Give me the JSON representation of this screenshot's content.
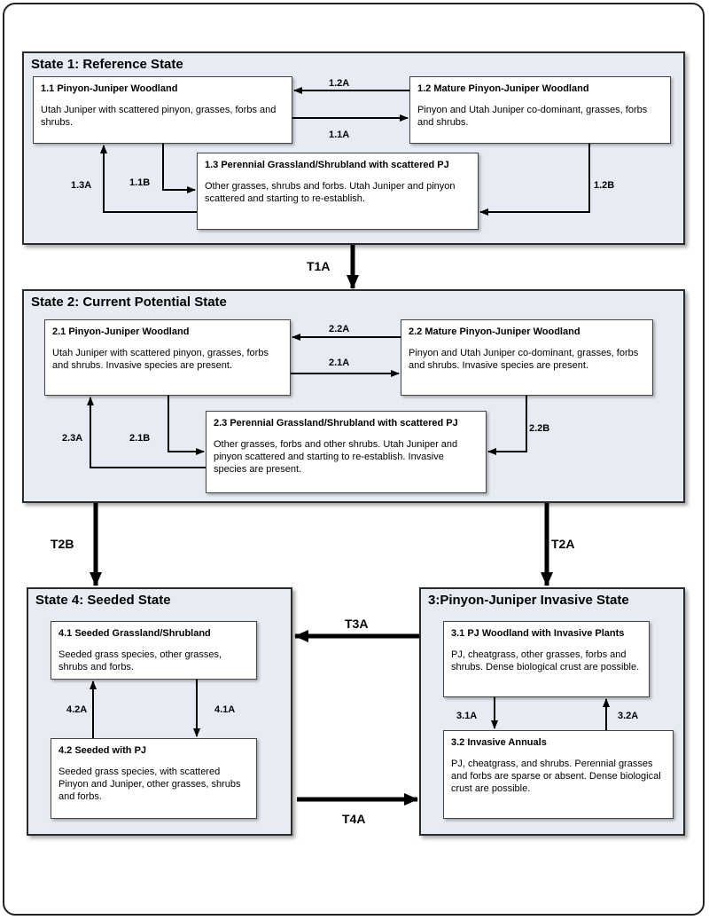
{
  "states": {
    "s1": {
      "title": "State 1: Reference State",
      "p11": {
        "title": "1.1 Pinyon-Juniper Woodland",
        "desc": "Utah Juniper with scattered pinyon, grasses, forbs and shrubs."
      },
      "p12": {
        "title": "1.2 Mature Pinyon-Juniper Woodland",
        "desc": "Pinyon and Utah Juniper co-dominant, grasses, forbs and shrubs."
      },
      "p13": {
        "title": "1.3 Perennial Grassland/Shrubland with scattered PJ",
        "desc": "Other grasses, shrubs and forbs.  Utah Juniper and pinyon scattered and starting to re-establish."
      }
    },
    "s2": {
      "title": "State 2: Current Potential State",
      "p21": {
        "title": "2.1 Pinyon-Juniper Woodland",
        "desc": "Utah Juniper with scattered pinyon, grasses, forbs and shrubs.  Invasive species are present."
      },
      "p22": {
        "title": "2.2 Mature Pinyon-Juniper Woodland",
        "desc": "Pinyon and Utah Juniper co-dominant, grasses, forbs and shrubs.  Invasive species are present."
      },
      "p23": {
        "title": "2.3 Perennial Grassland/Shrubland with scattered PJ",
        "desc": "Other grasses, forbs and other shrubs.  Utah Juniper and pinyon scattered and starting to re-establish. Invasive species are present."
      }
    },
    "s4": {
      "title": "State 4: Seeded State",
      "p41": {
        "title": "4.1 Seeded Grassland/Shrubland",
        "desc": "Seeded grass species, other grasses, shrubs and forbs."
      },
      "p42": {
        "title": "4.2 Seeded  with PJ",
        "desc": "Seeded grass species, with scattered Pinyon and Juniper, other grasses, shrubs and forbs."
      }
    },
    "s3": {
      "title": "3:Pinyon-Juniper Invasive State",
      "p31": {
        "title": "3.1 PJ Woodland with Invasive Plants",
        "desc": "PJ, cheatgrass, other grasses, forbs and shrubs.  Dense biological crust are possible."
      },
      "p32": {
        "title": "3.2 Invasive  Annuals",
        "desc": "PJ, cheatgrass,  and shrubs.  Perennial grasses and forbs are sparse or absent. Dense biological crust are possible."
      }
    }
  },
  "arrows": {
    "a12A": "1.2A",
    "a11A": "1.1A",
    "a11B": "1.1B",
    "a13A": "1.3A",
    "a12B": "1.2B",
    "aT1A": "T1A",
    "a22A": "2.2A",
    "a21A": "2.1A",
    "a21B": "2.1B",
    "a23A": "2.3A",
    "a22B": "2.2B",
    "aT2B": "T2B",
    "aT2A": "T2A",
    "aT3A": "T3A",
    "aT4A": "T4A",
    "a41A": "4.1A",
    "a42A": "4.2A",
    "a31A": "3.1A",
    "a32A": "3.2A"
  },
  "colors": {
    "state_fill": "#e7ebf3",
    "box_fill": "#ffffff",
    "line": "#000000"
  }
}
